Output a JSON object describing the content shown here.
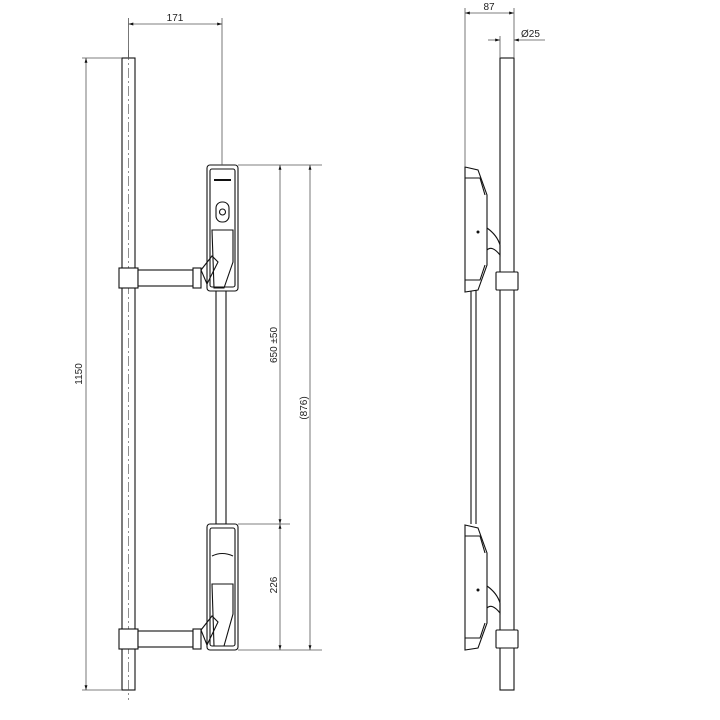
{
  "drawing": {
    "title": "Panic exit device with vertical rods - front and side view",
    "units": "mm",
    "colors": {
      "line": "#111111",
      "dimension": "#555555",
      "background": "#ffffff"
    }
  },
  "dimensions": {
    "top_offset": "171",
    "total_height": "1150",
    "handle_spacing": "650 ±50",
    "reference_span": "(876)",
    "lower_height": "226",
    "side_depth": "87",
    "rod_diameter": "Ø25"
  },
  "views": [
    {
      "name": "front-view",
      "components": [
        "vertical-rod",
        "upper-lock-case",
        "lower-lock-case",
        "connecting-rod",
        "upper-bar-bracket",
        "lower-bar-bracket"
      ]
    },
    {
      "name": "side-view",
      "components": [
        "vertical-rod",
        "upper-lock-case-profile",
        "lower-lock-case-profile",
        "upper-rod-collar",
        "lower-rod-collar"
      ]
    }
  ]
}
